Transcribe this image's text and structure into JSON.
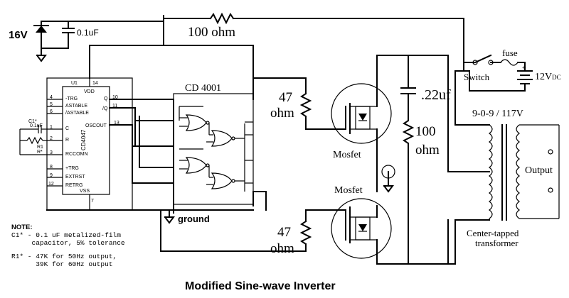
{
  "supply": {
    "voltage": "16V",
    "cap": "0.1uF"
  },
  "resistor_top": "100 ohm",
  "ic1": {
    "u": "U1",
    "pin14": "14",
    "vdd": "VDD",
    "part": "CD4047",
    "pins": [
      {
        "num": "4",
        "name": "-TRG"
      },
      {
        "num": "5",
        "name": "ASTABLE"
      },
      {
        "num": "6",
        "name": "/ASTABLE"
      },
      {
        "num": "1",
        "name": "C"
      },
      {
        "num": "2",
        "name": "R"
      },
      {
        "num": "3",
        "name": "RCCOMN"
      },
      {
        "num": "8",
        "name": "+TRG"
      },
      {
        "num": "9",
        "name": "EXTRST"
      },
      {
        "num": "12",
        "name": "RETRG"
      }
    ],
    "right_pins": [
      {
        "num": "10",
        "name": "Q"
      },
      {
        "num": "11",
        "name": "/Q"
      },
      {
        "num": "13",
        "name": "OSCOUT"
      }
    ],
    "vss": "VSS",
    "pin7": "7",
    "c1": "C1*",
    "c1val": "0.1uF",
    "r1": "R1",
    "r1val": "R*"
  },
  "ic2": "CD 4001",
  "gate_res_top": {
    "value": "47",
    "unit": "ohm"
  },
  "gate_res_bot": {
    "value": "47",
    "unit": "ohm"
  },
  "mosfet_top": "Mosfet",
  "mosfet_bot": "Mosfet",
  "snubber_cap": ".22uf",
  "snubber_res": {
    "value": "100",
    "unit": "ohm"
  },
  "switch": "Switch",
  "fuse": "fuse",
  "battery": {
    "plus": "+",
    "minus": "-",
    "label": "12V",
    "sub": "DC"
  },
  "transformer_rating": "9-0-9 / 117V",
  "output": "Output",
  "transformer": {
    "line1": "Center-tapped",
    "line2": "transformer"
  },
  "ground": "ground",
  "note": {
    "title": "NOTE:",
    "lines": [
      "C1* - 0.1 uF metalized-film",
      "     capacitor, 5% tolerance",
      "",
      "R1* - 47K for 50Hz output,",
      "      39K for 60Hz output"
    ]
  },
  "title": "Modified Sine-wave Inverter"
}
